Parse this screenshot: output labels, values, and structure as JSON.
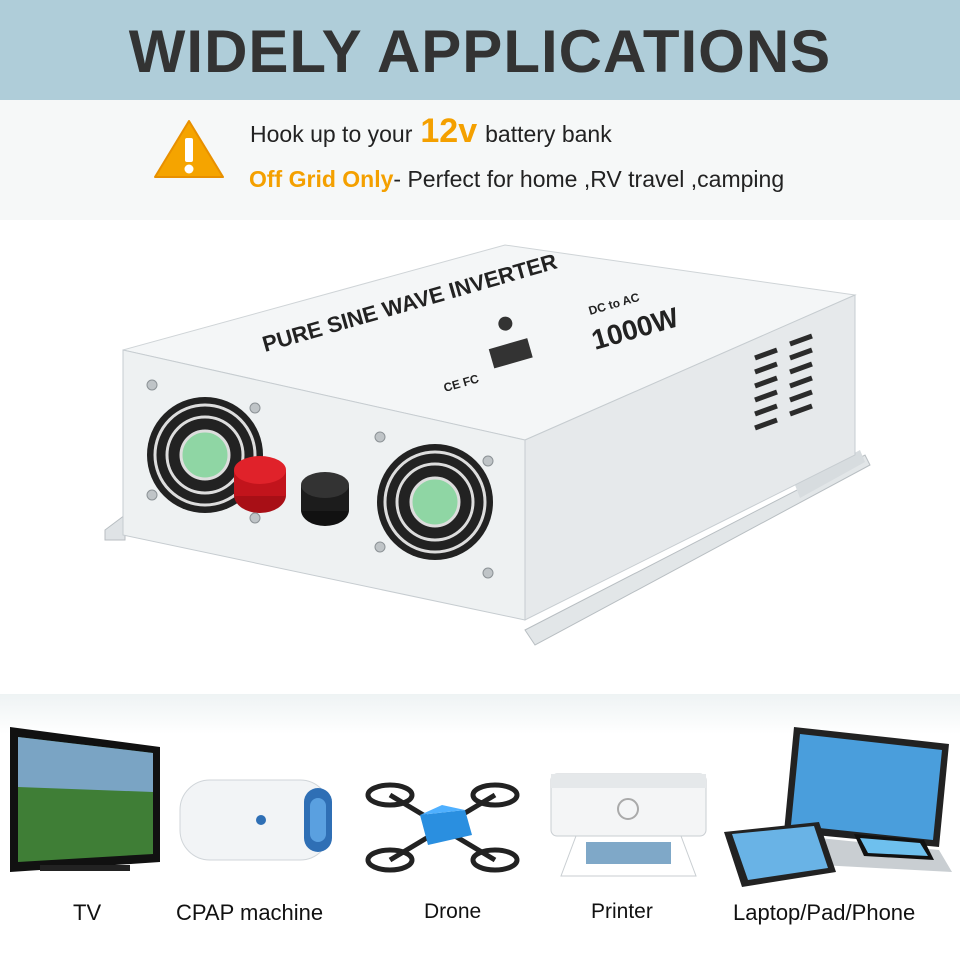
{
  "header": {
    "title": "WIDELY APPLICATIONS"
  },
  "notice": {
    "line1_prefix": "Hook up to your",
    "line1_voltage": "12v",
    "line1_suffix": "battery bank",
    "line2_accent": "Off Grid Only",
    "line2_rest": "- Perfect for home ,RV travel ,camping",
    "warning_icon": "warning-triangle-icon",
    "accent_color": "#f4a000"
  },
  "product": {
    "top_label": "PURE SINE WAVE INVERTER",
    "badge_dc": "DC to AC",
    "badge_power": "1000W",
    "cert": "CE FC"
  },
  "applications": [
    {
      "label": "TV"
    },
    {
      "label": "CPAP machine"
    },
    {
      "label": "Drone"
    },
    {
      "label": "Printer"
    },
    {
      "label": "Laptop/Pad/Phone"
    }
  ],
  "colors": {
    "header_bg": "#afcdd9",
    "title_text": "#333333"
  }
}
